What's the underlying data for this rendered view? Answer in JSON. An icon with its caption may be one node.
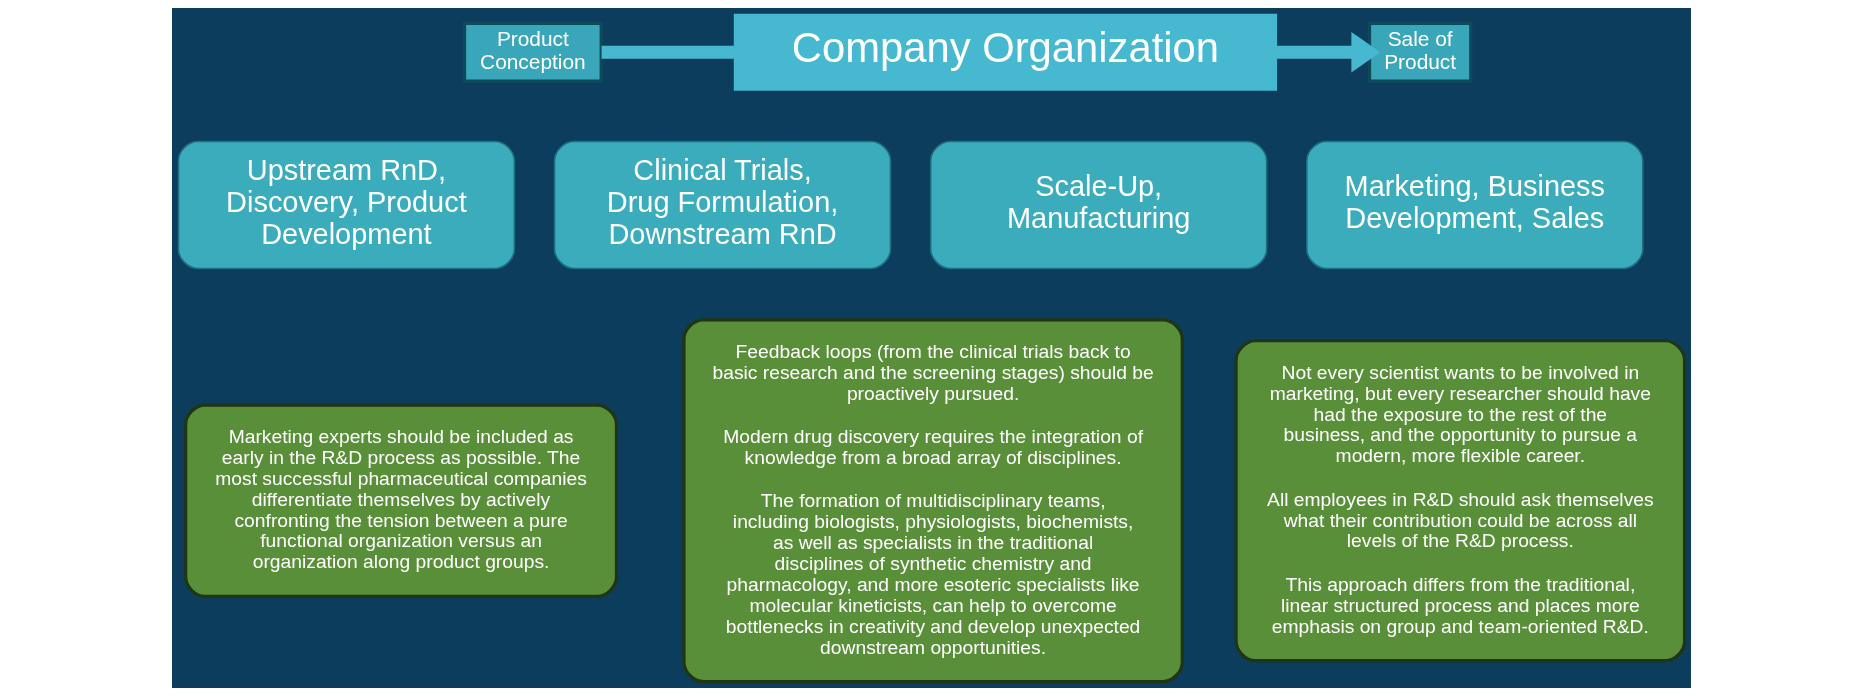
{
  "diagram": {
    "nodes": [
      {
        "text": [
          "Product Conception"
        ]
      },
      {
        "text": [
          "Company Organization"
        ]
      },
      {
        "text": [
          "Sale of Product"
        ]
      },
      {
        "text": [
          "Upstream RnD, Discovery, Product Development"
        ]
      },
      {
        "text": [
          "Clinical Trials, Drug Formulation, Downstream RnD"
        ]
      },
      {
        "text": [
          "Scale-Up, Manufacturing"
        ]
      },
      {
        "text": [
          "Marketing, Business Development, Sales"
        ]
      },
      {
        "text": [
          "Marketing experts should be included as early in the R&D process as possible. The most successful pharmaceutical companies differentiate themselves by actively confronting the tension between a pure functional organization versus an organization along product groups."
        ]
      },
      {
        "text": [
          "Feedback loops (from the clinical trials back to basic research and the screening stages) should be proactively pursued.",
          "Modern drug discovery requires the integration of knowledge from a broad array of disciplines.",
          "The formation of multidisciplinary teams, including biologists, physiologists, biochemists, as well as specialists in the traditional disciplines of synthetic chemistry and pharmacology, and more esoteric specialists like molecular kineticists, can help to overcome bottlenecks in creativity and develop unexpected downstream opportunities."
        ]
      },
      {
        "text": [
          "Not every scientist wants to be involved in marketing, but every researcher should have had the exposure to the rest of the business, and the opportunity to pursue a modern, more flexible career.",
          "All employees in R&D should ask themselves what their contribution could be across all levels of the R&D process.",
          "This approach differs from the traditional, linear structured process and places more emphasis on group and team-oriented R&D."
        ]
      }
    ],
    "edges": [
      {
        "from": 0,
        "to": 1,
        "arrow": "none"
      },
      {
        "from": 1,
        "to": 2,
        "arrow": "to"
      }
    ]
  }
}
